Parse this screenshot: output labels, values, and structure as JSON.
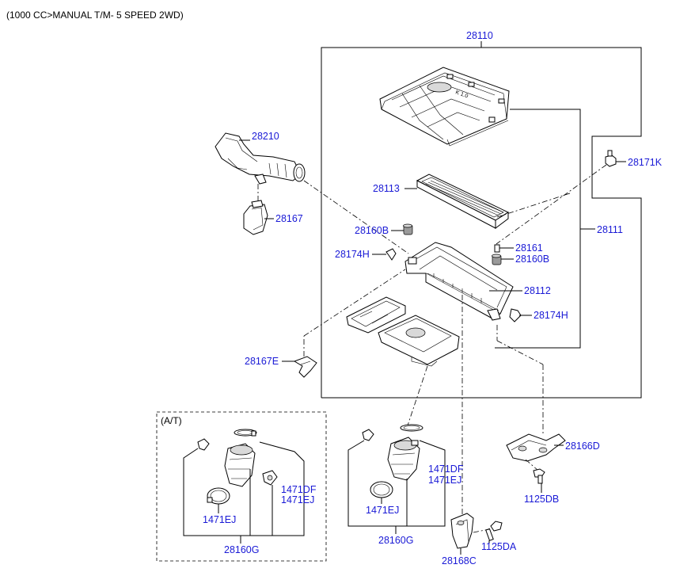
{
  "header": {
    "caption": "(1000 CC>MANUAL T/M- 5 SPEED 2WD)"
  },
  "inset": {
    "label": "(A/T)"
  },
  "parts": {
    "p28110": "28110",
    "p28210": "28210",
    "p28171K": "28171K",
    "p28113": "28113",
    "p28167": "28167",
    "p28160B_left": "28160B",
    "p28111": "28111",
    "p28161": "28161",
    "p28174H_left": "28174H",
    "p28160B_right": "28160B",
    "p28112": "28112",
    "p28174H_right": "28174H",
    "p28167E": "28167E",
    "p28166D": "28166D",
    "p1471DF_left": "1471DF",
    "p1471EJ_left_side": "1471EJ",
    "p1471DF_mid": "1471DF",
    "p1471EJ_mid_side": "1471EJ",
    "p1125DB": "1125DB",
    "p1471EJ_left_bottom": "1471EJ",
    "p1471EJ_mid_bottom": "1471EJ",
    "p28160G_left": "28160G",
    "p28160G_mid": "28160G",
    "p1125DA": "1125DA",
    "p28168C": "28168C"
  },
  "colors": {
    "callout": "#1a1ad6",
    "outline": "#000000",
    "shade": "#d9d9d9"
  }
}
